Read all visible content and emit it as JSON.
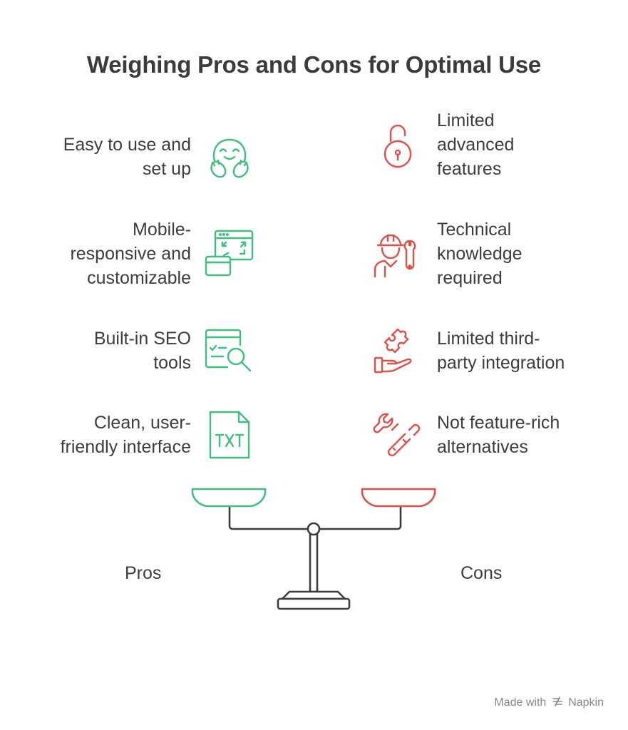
{
  "title": "Weighing Pros and Cons for Optimal Use",
  "colors": {
    "pro": "#3fbf7f",
    "con": "#e0504a",
    "scale": "#3d3d3d"
  },
  "pros": [
    {
      "lines": [
        "Easy to use and",
        "set up"
      ],
      "icon": "happy-face-icon"
    },
    {
      "lines": [
        "Mobile-",
        "responsive and",
        "customizable"
      ],
      "icon": "responsive-screens-icon"
    },
    {
      "lines": [
        "Built-in SEO",
        "tools"
      ],
      "icon": "seo-search-icon"
    },
    {
      "lines": [
        "Clean, user-",
        "friendly interface"
      ],
      "icon": "txt-file-icon"
    }
  ],
  "cons": [
    {
      "lines": [
        "Limited",
        "advanced",
        "features"
      ],
      "icon": "unlocked-padlock-icon"
    },
    {
      "lines": [
        "Technical",
        "knowledge",
        "required"
      ],
      "icon": "technician-wrench-icon"
    },
    {
      "lines": [
        "Limited third-",
        "party integration"
      ],
      "icon": "puzzle-hand-icon"
    },
    {
      "lines": [
        "Not feature-rich",
        "alternatives"
      ],
      "icon": "broken-tools-icon"
    }
  ],
  "scale": {
    "left_label": "Pros",
    "right_label": "Cons"
  },
  "footer": {
    "made_with": "Made with",
    "brand": "Napkin"
  }
}
